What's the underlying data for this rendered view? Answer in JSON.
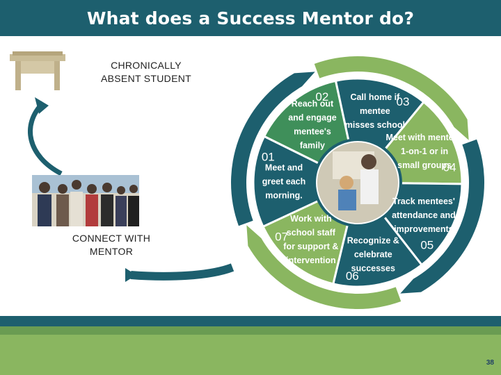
{
  "title": "What does a Success Mentor do?",
  "left_labels": {
    "student": [
      "CHRONICALLY",
      "ABSENT STUDENT"
    ],
    "mentor": [
      "CONNECT WITH",
      "MENTOR"
    ]
  },
  "steps": [
    {
      "number": "01",
      "lines": [
        "Meet and",
        "greet each",
        "morning."
      ]
    },
    {
      "number": "02",
      "lines": [
        "Reach out",
        "and engage",
        "mentee's",
        "family"
      ]
    },
    {
      "number": "03",
      "lines": [
        "Call home if",
        "mentee",
        "misses school"
      ]
    },
    {
      "number": "04",
      "lines": [
        "Meet with mentees",
        "1-on-1 or in",
        "small groups"
      ]
    },
    {
      "number": "05",
      "lines": [
        "Track mentees'",
        "attendance and",
        "improvements"
      ]
    },
    {
      "number": "06",
      "lines": [
        "Recognize &",
        "celebrate",
        "successes"
      ]
    },
    {
      "number": "07",
      "lines": [
        "Work with",
        "school staff",
        "for support &",
        "intervention"
      ]
    }
  ],
  "page_number": "38",
  "colors": {
    "title_bar": "#1d5f6e",
    "dark_teal": "#1d5f6e",
    "mid_green": "#3f8f5a",
    "light_green": "#8ab660",
    "footer_green": "#8ab660"
  }
}
